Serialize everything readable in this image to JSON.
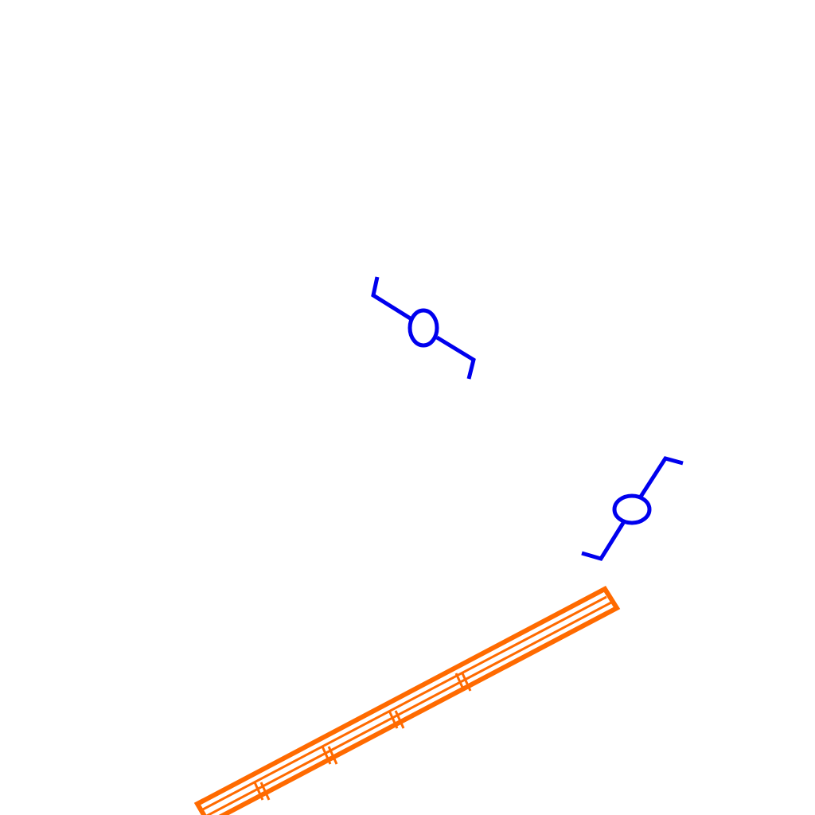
{
  "colors": {
    "background": "#ffffff",
    "symbol": "#0000ee",
    "pipe": "#ff6a00"
  },
  "symbols": [
    {
      "name": "valve-symbol-upper",
      "icon": "valve-icon"
    },
    {
      "name": "valve-symbol-lower",
      "icon": "valve-icon"
    }
  ],
  "pipe": {
    "icon": "pipe-segment-icon",
    "joints": 4
  }
}
